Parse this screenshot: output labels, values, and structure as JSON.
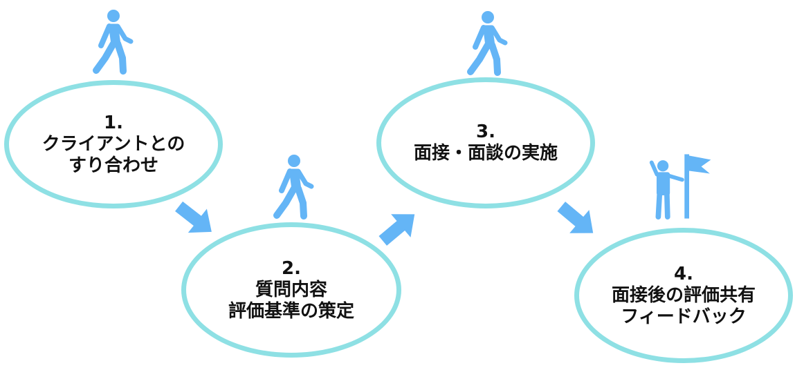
{
  "colors": {
    "ring": "#8ee0e4",
    "icon": "#64b5f6",
    "arrow": "#64b5f6",
    "text": "#111111"
  },
  "steps": [
    {
      "number": "1.",
      "line1": "クライアントとの",
      "line2": "すり合わせ",
      "icon": "walking-person-icon"
    },
    {
      "number": "2.",
      "line1": "質問内容",
      "line2": "評価基準の策定",
      "icon": "walking-person-icon"
    },
    {
      "number": "3.",
      "line1": "面接・面談の実施",
      "icon": "walking-person-icon"
    },
    {
      "number": "4.",
      "line1": "面接後の評価共有",
      "line2": "フィードバック",
      "icon": "person-with-flag-icon"
    }
  ],
  "arrows": [
    "arrow-down-right-icon",
    "arrow-up-right-icon",
    "arrow-down-right-icon"
  ]
}
